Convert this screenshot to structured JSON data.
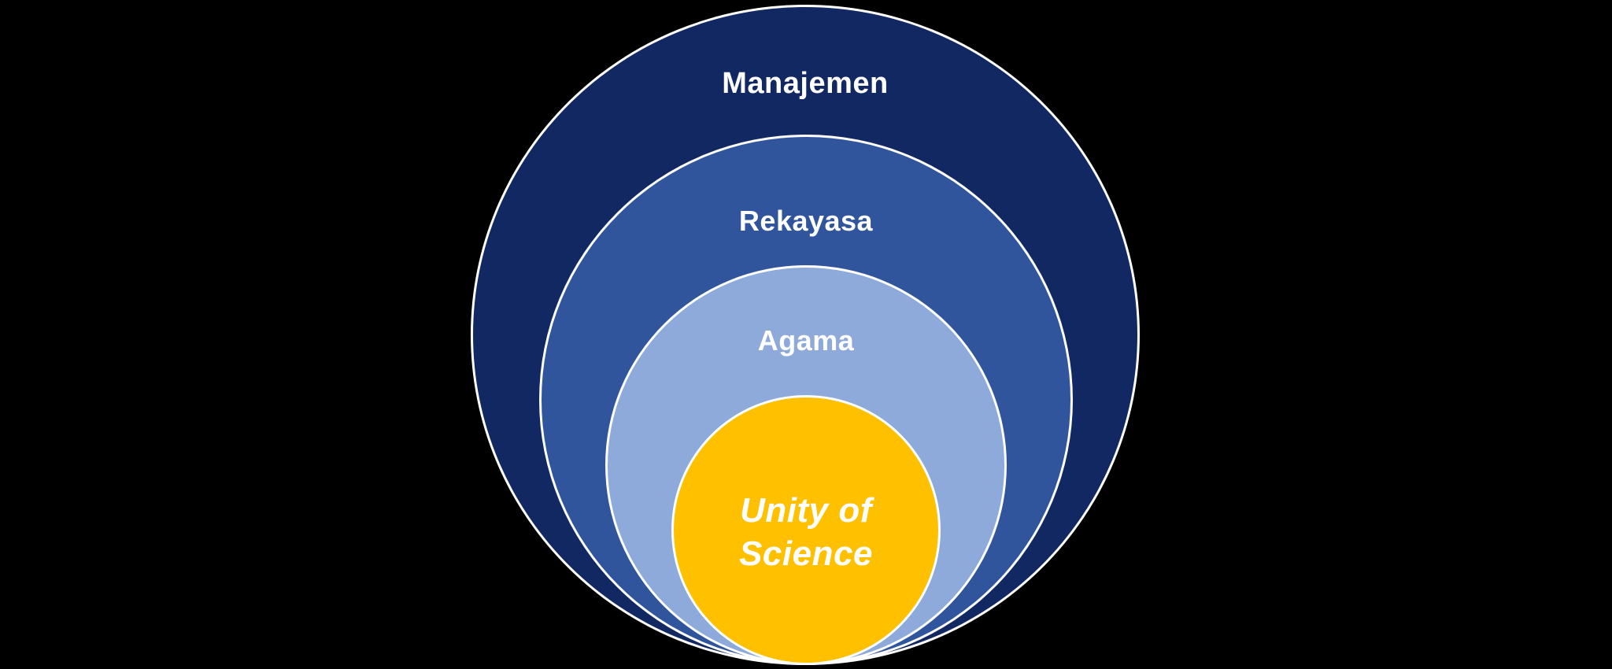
{
  "diagram": {
    "type": "nested-stacked-venn",
    "background_color": "#000000",
    "ring_border_color": "#FFFFFF",
    "rings": [
      {
        "label": "Manajemen",
        "fill": "#122862",
        "text_color": "#FFFFFF"
      },
      {
        "label": "Rekayasa",
        "fill": "#30559D",
        "text_color": "#FFFFFF"
      },
      {
        "label": "Agama",
        "fill": "#8EAADB",
        "text_color": "#FFFFFF"
      },
      {
        "label": "Unity of Science",
        "fill": "#FFC000",
        "text_color": "#FFFFFF"
      }
    ]
  }
}
